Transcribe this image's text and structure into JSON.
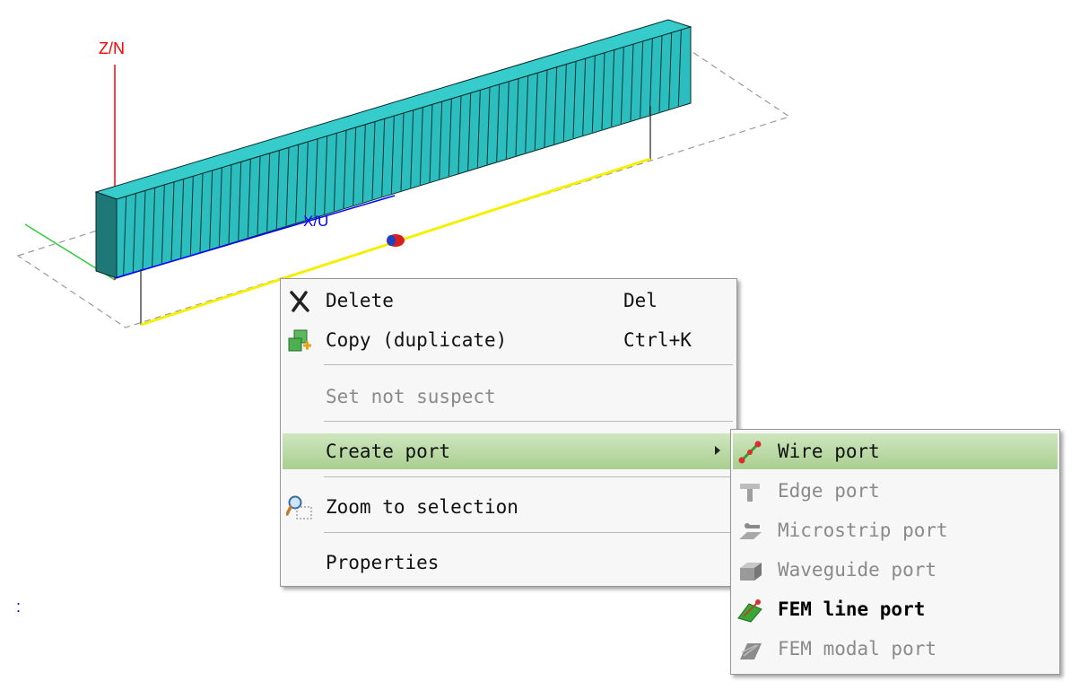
{
  "viewport": {
    "axis_z_label": "Z/N",
    "axis_x_label": "X/U"
  },
  "context_menu": {
    "items": [
      {
        "label": "Delete",
        "shortcut": "Del",
        "icon": "delete-x-icon"
      },
      {
        "label": "Copy (duplicate)",
        "shortcut": "Ctrl+K",
        "icon": "copy-duplicate-icon"
      },
      {
        "label": "Set not suspect",
        "disabled": true
      },
      {
        "label": "Create port",
        "submenu": true,
        "highlighted": true
      },
      {
        "label": "Zoom to selection",
        "icon": "zoom-magnifier-icon"
      },
      {
        "label": "Properties"
      }
    ]
  },
  "submenu": {
    "items": [
      {
        "label": "Wire port",
        "icon": "wire-port-icon",
        "highlighted": true
      },
      {
        "label": "Edge port",
        "icon": "edge-port-icon",
        "disabled": true
      },
      {
        "label": "Microstrip port",
        "icon": "microstrip-port-icon",
        "disabled": true
      },
      {
        "label": "Waveguide port",
        "icon": "waveguide-port-icon",
        "disabled": true
      },
      {
        "label": "FEM line port",
        "icon": "fem-line-port-icon",
        "bold": true
      },
      {
        "label": "FEM modal port",
        "icon": "fem-modal-port-icon",
        "disabled": true
      }
    ]
  },
  "colors": {
    "beam_top": "#30c8c8",
    "beam_front": "#2cbcbc",
    "beam_end": "#1f7f7f",
    "z_axis": "#ff0000",
    "y_axis": "#2ecc40",
    "x_axis": "#0000ff",
    "wire": "#f5f000",
    "menu_highlight": "#a9cf90"
  }
}
